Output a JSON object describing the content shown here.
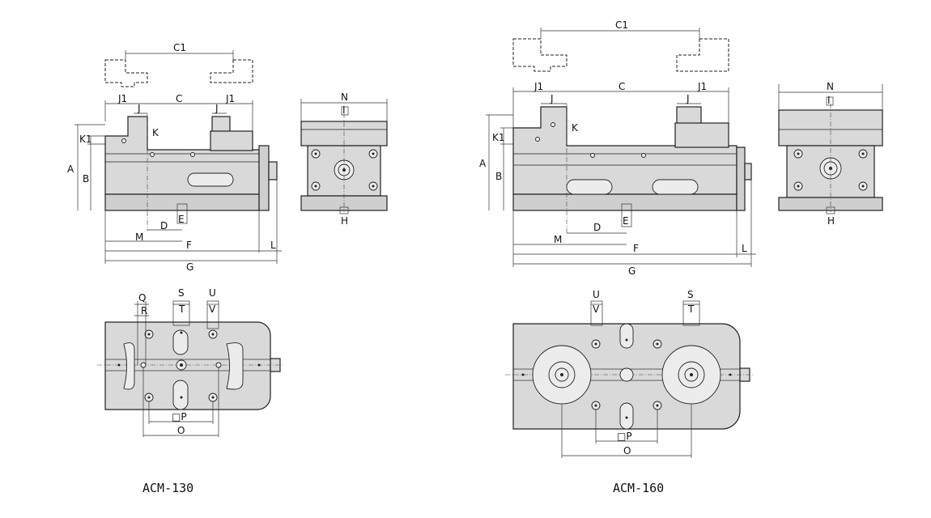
{
  "models": [
    {
      "model": "ACM-130",
      "side_view_labels": {
        "C1": "C1",
        "J1_left": "J1",
        "C": "C",
        "J1_right": "J1",
        "J_left": "J",
        "J_right": "J",
        "K1": "K1",
        "K": "K",
        "A": "A",
        "B": "B",
        "E": "E",
        "D": "D",
        "M": "M",
        "F": "F",
        "L": "L",
        "G": "G"
      },
      "end_view_labels": {
        "N": "N",
        "I": "I",
        "H": "H"
      },
      "top_view_labels": {
        "Q": "Q",
        "R": "R",
        "S": "S",
        "T": "T",
        "U": "U",
        "V": "V",
        "P": "□P",
        "O": "O"
      }
    },
    {
      "model": "ACM-160",
      "side_view_labels": {
        "C1": "C1",
        "J1_left": "J1",
        "C": "C",
        "J1_right": "J1",
        "J_left": "J",
        "J_right": "J",
        "K1": "K1",
        "K": "K",
        "A": "A",
        "B": "B",
        "E": "E",
        "D": "D",
        "M": "M",
        "F": "F",
        "L": "L",
        "G": "G"
      },
      "end_view_labels": {
        "N": "N",
        "I": "I",
        "H": "H"
      },
      "top_view_labels": {
        "U": "U",
        "V": "V",
        "S": "S",
        "T": "T",
        "P": "□P",
        "O": "O"
      }
    }
  ]
}
